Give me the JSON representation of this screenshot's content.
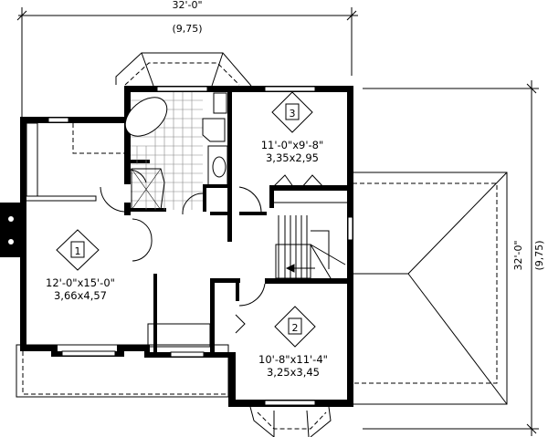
{
  "dimensions": {
    "top_imperial": "32'-0\"",
    "top_metric": "(9,75)",
    "right_imperial": "32'-0\"",
    "right_metric": "(9,75)"
  },
  "rooms": [
    {
      "number": "1",
      "imperial": "12'-0\"x15'-0\"",
      "metric": "3,66x4,57"
    },
    {
      "number": "2",
      "imperial": "10'-8\"x11'-4\"",
      "metric": "3,25x3,45"
    },
    {
      "number": "3",
      "imperial": "11'-0\"x9'-8\"",
      "metric": "3,35x2,95"
    }
  ],
  "colors": {
    "walls": "#000000",
    "background": "#ffffff"
  }
}
